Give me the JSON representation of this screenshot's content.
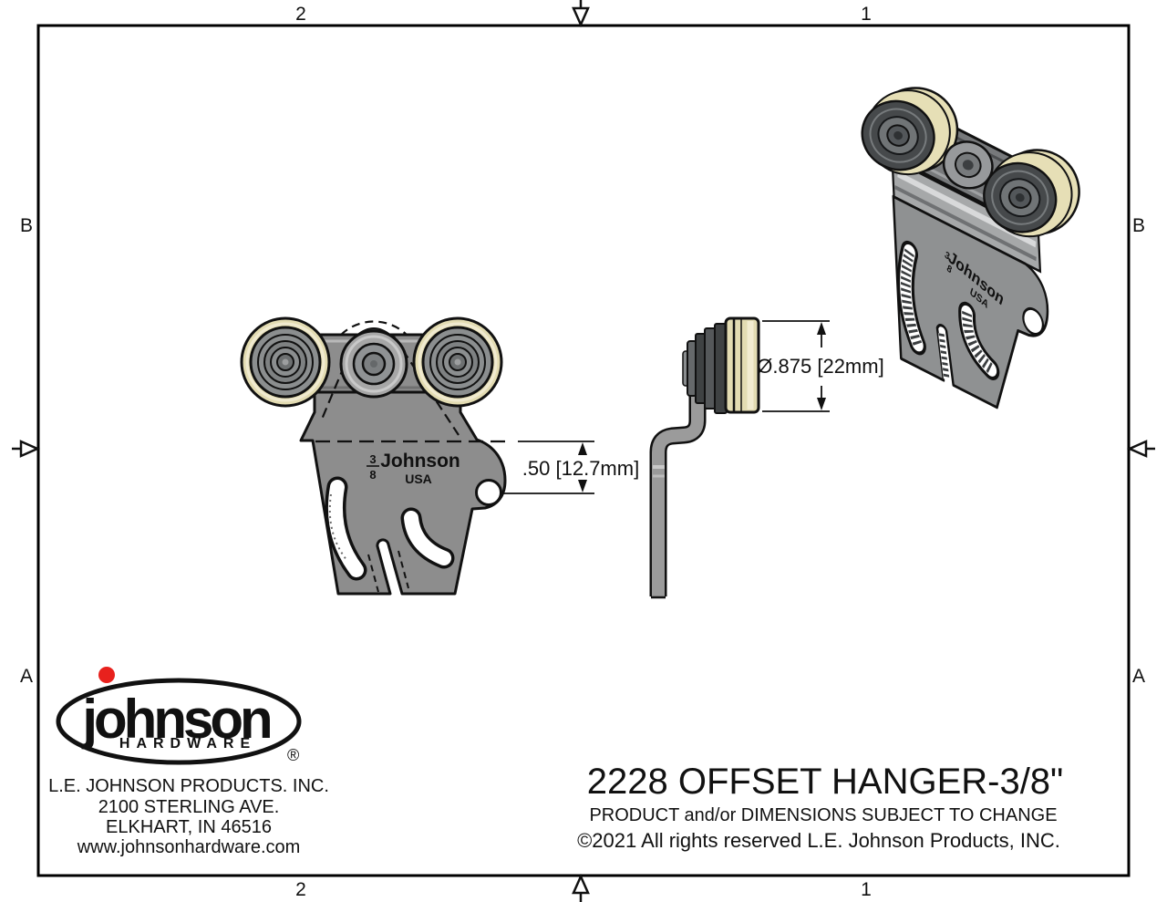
{
  "frame": {
    "top_labels": [
      "2",
      "1"
    ],
    "bottom_labels": [
      "2",
      "1"
    ],
    "left_labels": [
      "B",
      "A"
    ],
    "right_labels": [
      "B",
      "A"
    ]
  },
  "marking": {
    "numerator": "3",
    "denominator": "8",
    "brand": "Johnson",
    "country": "USA"
  },
  "dimensions": {
    "offset": ".50 [12.7mm]",
    "wheel_diameter": "Ø.875 [22mm]"
  },
  "logo": {
    "brand": "johnson",
    "word": "HARDWARE",
    "registered": "®"
  },
  "company": {
    "lines": [
      "L.E. JOHNSON PRODUCTS. INC.",
      "2100 STERLING AVE.",
      "ELKHART, IN 46516",
      "www.johnsonhardware.com"
    ]
  },
  "title_block": {
    "title": "2228 OFFSET HANGER-3/8\"",
    "subtitle": "PRODUCT and/or DIMENSIONS SUBJECT TO CHANGE",
    "copyright": "©2021 All rights reserved L.E. Johnson Products, INC."
  },
  "colors": {
    "brand_red": "#e8211d",
    "brand_blue": "#2121bd",
    "metal_gray": "#8d8d8d",
    "wheel_cream": "#e3dcb2",
    "line_black": "#111111"
  }
}
